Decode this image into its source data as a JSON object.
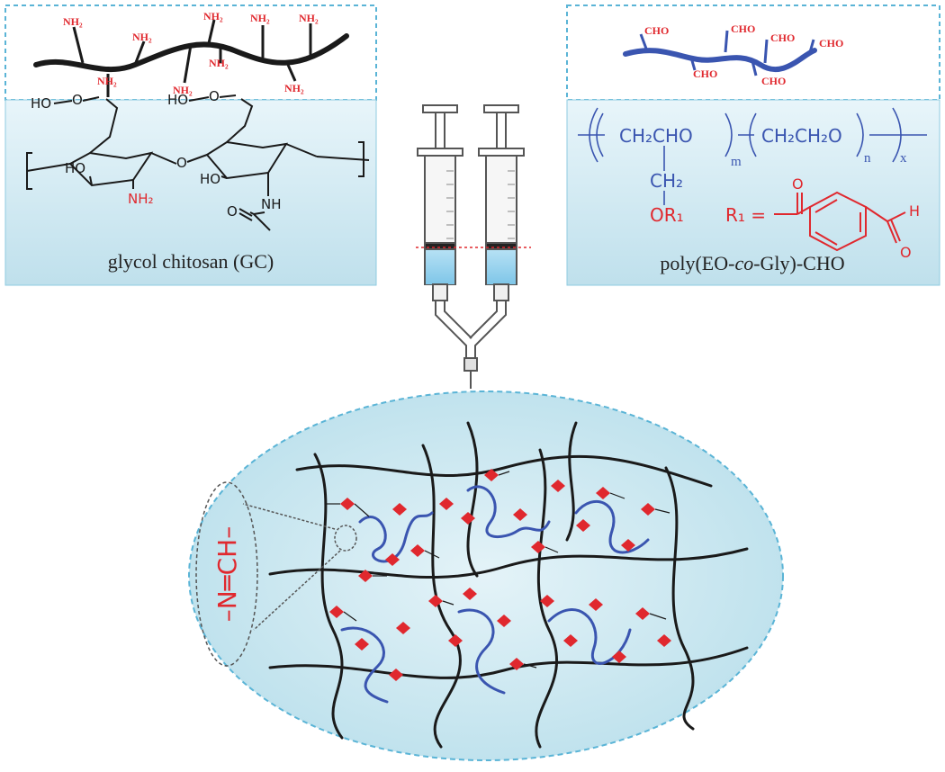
{
  "colors": {
    "chain": "#1a1a1a",
    "amine": "#e0282e",
    "polymer_blue": "#3a55b0",
    "panel_fill": "#d8eef5",
    "dash_border": "#5ab4d6",
    "gel_fill": "#cfe8f2"
  },
  "gc_panel": {
    "name": "glycol chitosan (GC)",
    "chain_label": "NH₂",
    "amine_label": "NH₂",
    "hydroxyethyl_label": "HO",
    "ring_oh_label": "HO",
    "nh_label": "NH",
    "acetyl_oxygen": "O",
    "linkage_oxygen": "O"
  },
  "peg_panel": {
    "name_prefix": "poly(EO-",
    "name_italic": "co",
    "name_suffix": "-Gly)-CHO",
    "chain_label": "CHO",
    "unit1": "CH₂CHO",
    "unit2": "CH₂CH₂O",
    "sub_m": "m",
    "sub_n": "n",
    "sub_x": "x",
    "side_ch2": "CH₂",
    "side_or": "OR₁",
    "r1_label": "R₁ =",
    "ketone_oxygen": "O",
    "aldehyde_h": "H",
    "aldehyde_o": "O"
  },
  "gel": {
    "bond_text": "–N═CH–",
    "icons": [
      "imine-crosslink-icon",
      "syringe-icon"
    ]
  }
}
